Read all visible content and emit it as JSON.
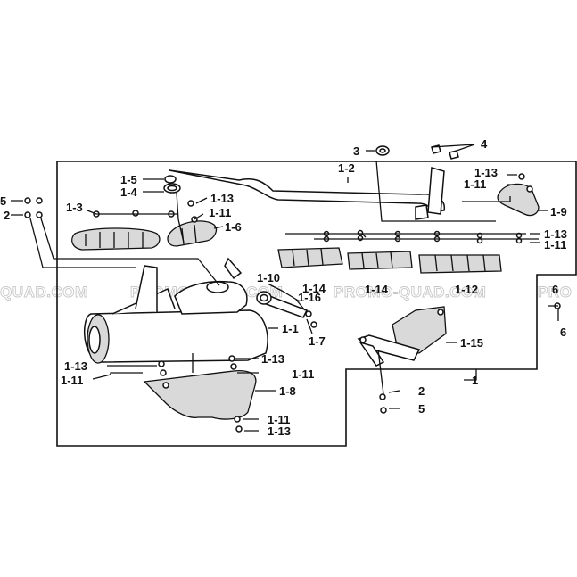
{
  "watermark": {
    "texts": [
      "-QUAD.COM",
      "PROMO-QUAD.COM",
      "PROMO-QUAD.COM",
      "PRO"
    ]
  },
  "labels": {
    "l3": "3",
    "l4": "4",
    "l1_2": "1-2",
    "l1_13_tr": "1-13",
    "l1_11_tr": "1-11",
    "l1_9": "1-9",
    "l5_left": "5",
    "l2_left": "2",
    "l1_3": "1-3",
    "l1_5": "1-5",
    "l1_4": "1-4",
    "l1_13_top": "1-13",
    "l1_11_top": "1-11",
    "l1_6": "1-6",
    "l1_13_r": "1-13",
    "l1_11_r": "1-11",
    "l1_14_a": "1-14",
    "l1_14_b": "1-14",
    "l1_12": "1-12",
    "l1_10": "1-10",
    "l1_16": "1-16",
    "l1_1": "1-1",
    "l1_7": "1-7",
    "l6_a": "6",
    "l6_b": "6",
    "l1_15": "1-15",
    "l1_13_ml": "1-13",
    "l1_13_mc": "1-13",
    "l1_11_mc": "1-11",
    "l1_11_left": "1-11",
    "l1_8": "1-8",
    "l2_right": "2",
    "l5_right": "5",
    "l1_main": "1",
    "l1_11_bot": "1-11",
    "l1_13_bot": "1-13"
  }
}
